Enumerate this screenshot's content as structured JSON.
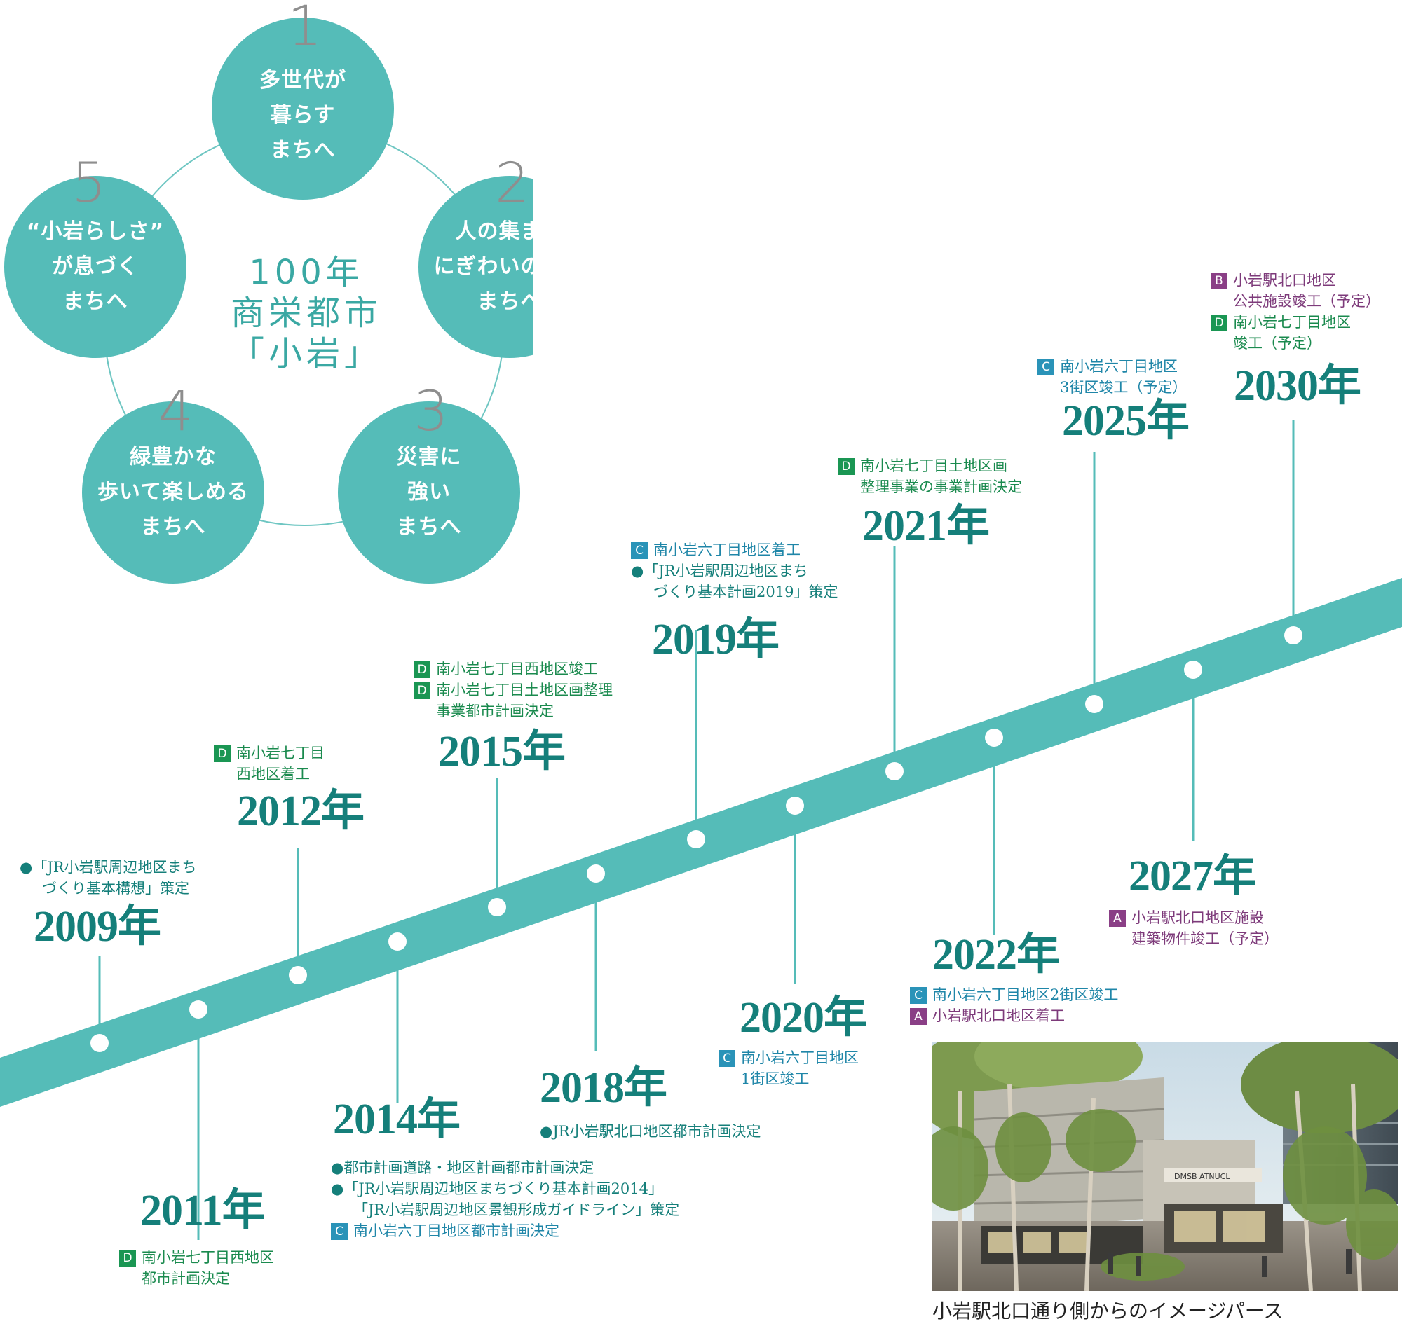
{
  "concept": {
    "title_lines": [
      "100年",
      "商栄都市",
      "「小岩」"
    ],
    "circles": [
      {
        "number": "1",
        "lines": [
          "多世代が",
          "暮らす",
          "まちへ"
        ]
      },
      {
        "number": "2",
        "lines": [
          "人の集まる",
          "にぎわいのある",
          "まちへ"
        ]
      },
      {
        "number": "3",
        "lines": [
          "災害に",
          "強い",
          "まちへ"
        ]
      },
      {
        "number": "4",
        "lines": [
          "緑豊かな",
          "歩いて楽しめる",
          "まちへ"
        ]
      },
      {
        "number": "5",
        "lines": [
          "“小岩らしさ”",
          "が息づく",
          "まちへ"
        ]
      }
    ],
    "colors": {
      "circle": "#55bcb8",
      "ring": "#6ec6c2",
      "number": "#8e8e8e"
    }
  },
  "timeline": {
    "colors": {
      "band": "#55bcb8",
      "year": "#157f7a",
      "D": "#1a9653",
      "C": "#2a93b8",
      "A": "#8a3f86",
      "B": "#8a3f86"
    },
    "entries": [
      {
        "year": "2009年",
        "events": [
          {
            "text": "●「JR小岩駅周辺地区まち"
          },
          {
            "text": "づくり基本構想」策定",
            "indent": true
          }
        ]
      },
      {
        "year": "2011年",
        "events": [
          {
            "badge": "D",
            "text": "南小岩七丁目西地区"
          },
          {
            "text": "都市計画決定",
            "indent": true
          }
        ]
      },
      {
        "year": "2012年",
        "events": [
          {
            "badge": "D",
            "text": "南小岩七丁目"
          },
          {
            "text": "西地区着工",
            "indent": true
          }
        ]
      },
      {
        "year": "2014年",
        "events": [
          {
            "text": "●都市計画道路・地区計画都市計画決定"
          },
          {
            "text": "●「JR小岩駅周辺地区まちづくり基本計画2014」"
          },
          {
            "text": "「JR小岩駅周辺地区景観形成ガイドライン」策定",
            "indent": true
          },
          {
            "badge": "C",
            "text": "南小岩六丁目地区都市計画決定"
          }
        ]
      },
      {
        "year": "2015年",
        "events": [
          {
            "badge": "D",
            "text": "南小岩七丁目西地区竣工"
          },
          {
            "badge": "D",
            "text": "南小岩七丁目土地区画整理"
          },
          {
            "text": "事業都市計画決定",
            "indent": true
          }
        ]
      },
      {
        "year": "2018年",
        "events": [
          {
            "text": "●JR小岩駅北口地区都市計画決定"
          }
        ]
      },
      {
        "year": "2019年",
        "events": [
          {
            "badge": "C",
            "text": "南小岩六丁目地区着工"
          },
          {
            "text": "●「JR小岩駅周辺地区まち"
          },
          {
            "text": "づくり基本計画2019」策定",
            "indent": true
          }
        ]
      },
      {
        "year": "2020年",
        "events": [
          {
            "badge": "C",
            "text": "南小岩六丁目地区"
          },
          {
            "text": "1街区竣工",
            "indent": true
          }
        ]
      },
      {
        "year": "2021年",
        "events": [
          {
            "badge": "D",
            "text": "南小岩七丁目土地区画"
          },
          {
            "text": "整理事業の事業計画決定",
            "indent": true
          }
        ]
      },
      {
        "year": "2022年",
        "events": [
          {
            "badge": "C",
            "text": "南小岩六丁目地区2街区竣工"
          },
          {
            "badge": "A",
            "text": "小岩駅北口地区着工"
          }
        ]
      },
      {
        "year": "2025年",
        "events": [
          {
            "badge": "C",
            "text": "南小岩六丁目地区"
          },
          {
            "text": "3街区竣工（予定）",
            "indent": true
          }
        ]
      },
      {
        "year": "2027年",
        "events": [
          {
            "badge": "A",
            "text": "小岩駅北口地区施設"
          },
          {
            "text": "建築物件竣工（予定）",
            "indent": true
          }
        ]
      },
      {
        "year": "2030年",
        "events": [
          {
            "badge": "B",
            "text": "小岩駅北口地区"
          },
          {
            "text": "公共施設竣工（予定）",
            "indent": true
          },
          {
            "badge": "D",
            "text": "南小岩七丁目地区"
          },
          {
            "text": "竣工（予定）",
            "indent": true
          }
        ]
      }
    ]
  },
  "photo": {
    "caption": "小岩駅北口通り側からのイメージパース",
    "signs": [
      "DMSB ATNUCL"
    ]
  }
}
